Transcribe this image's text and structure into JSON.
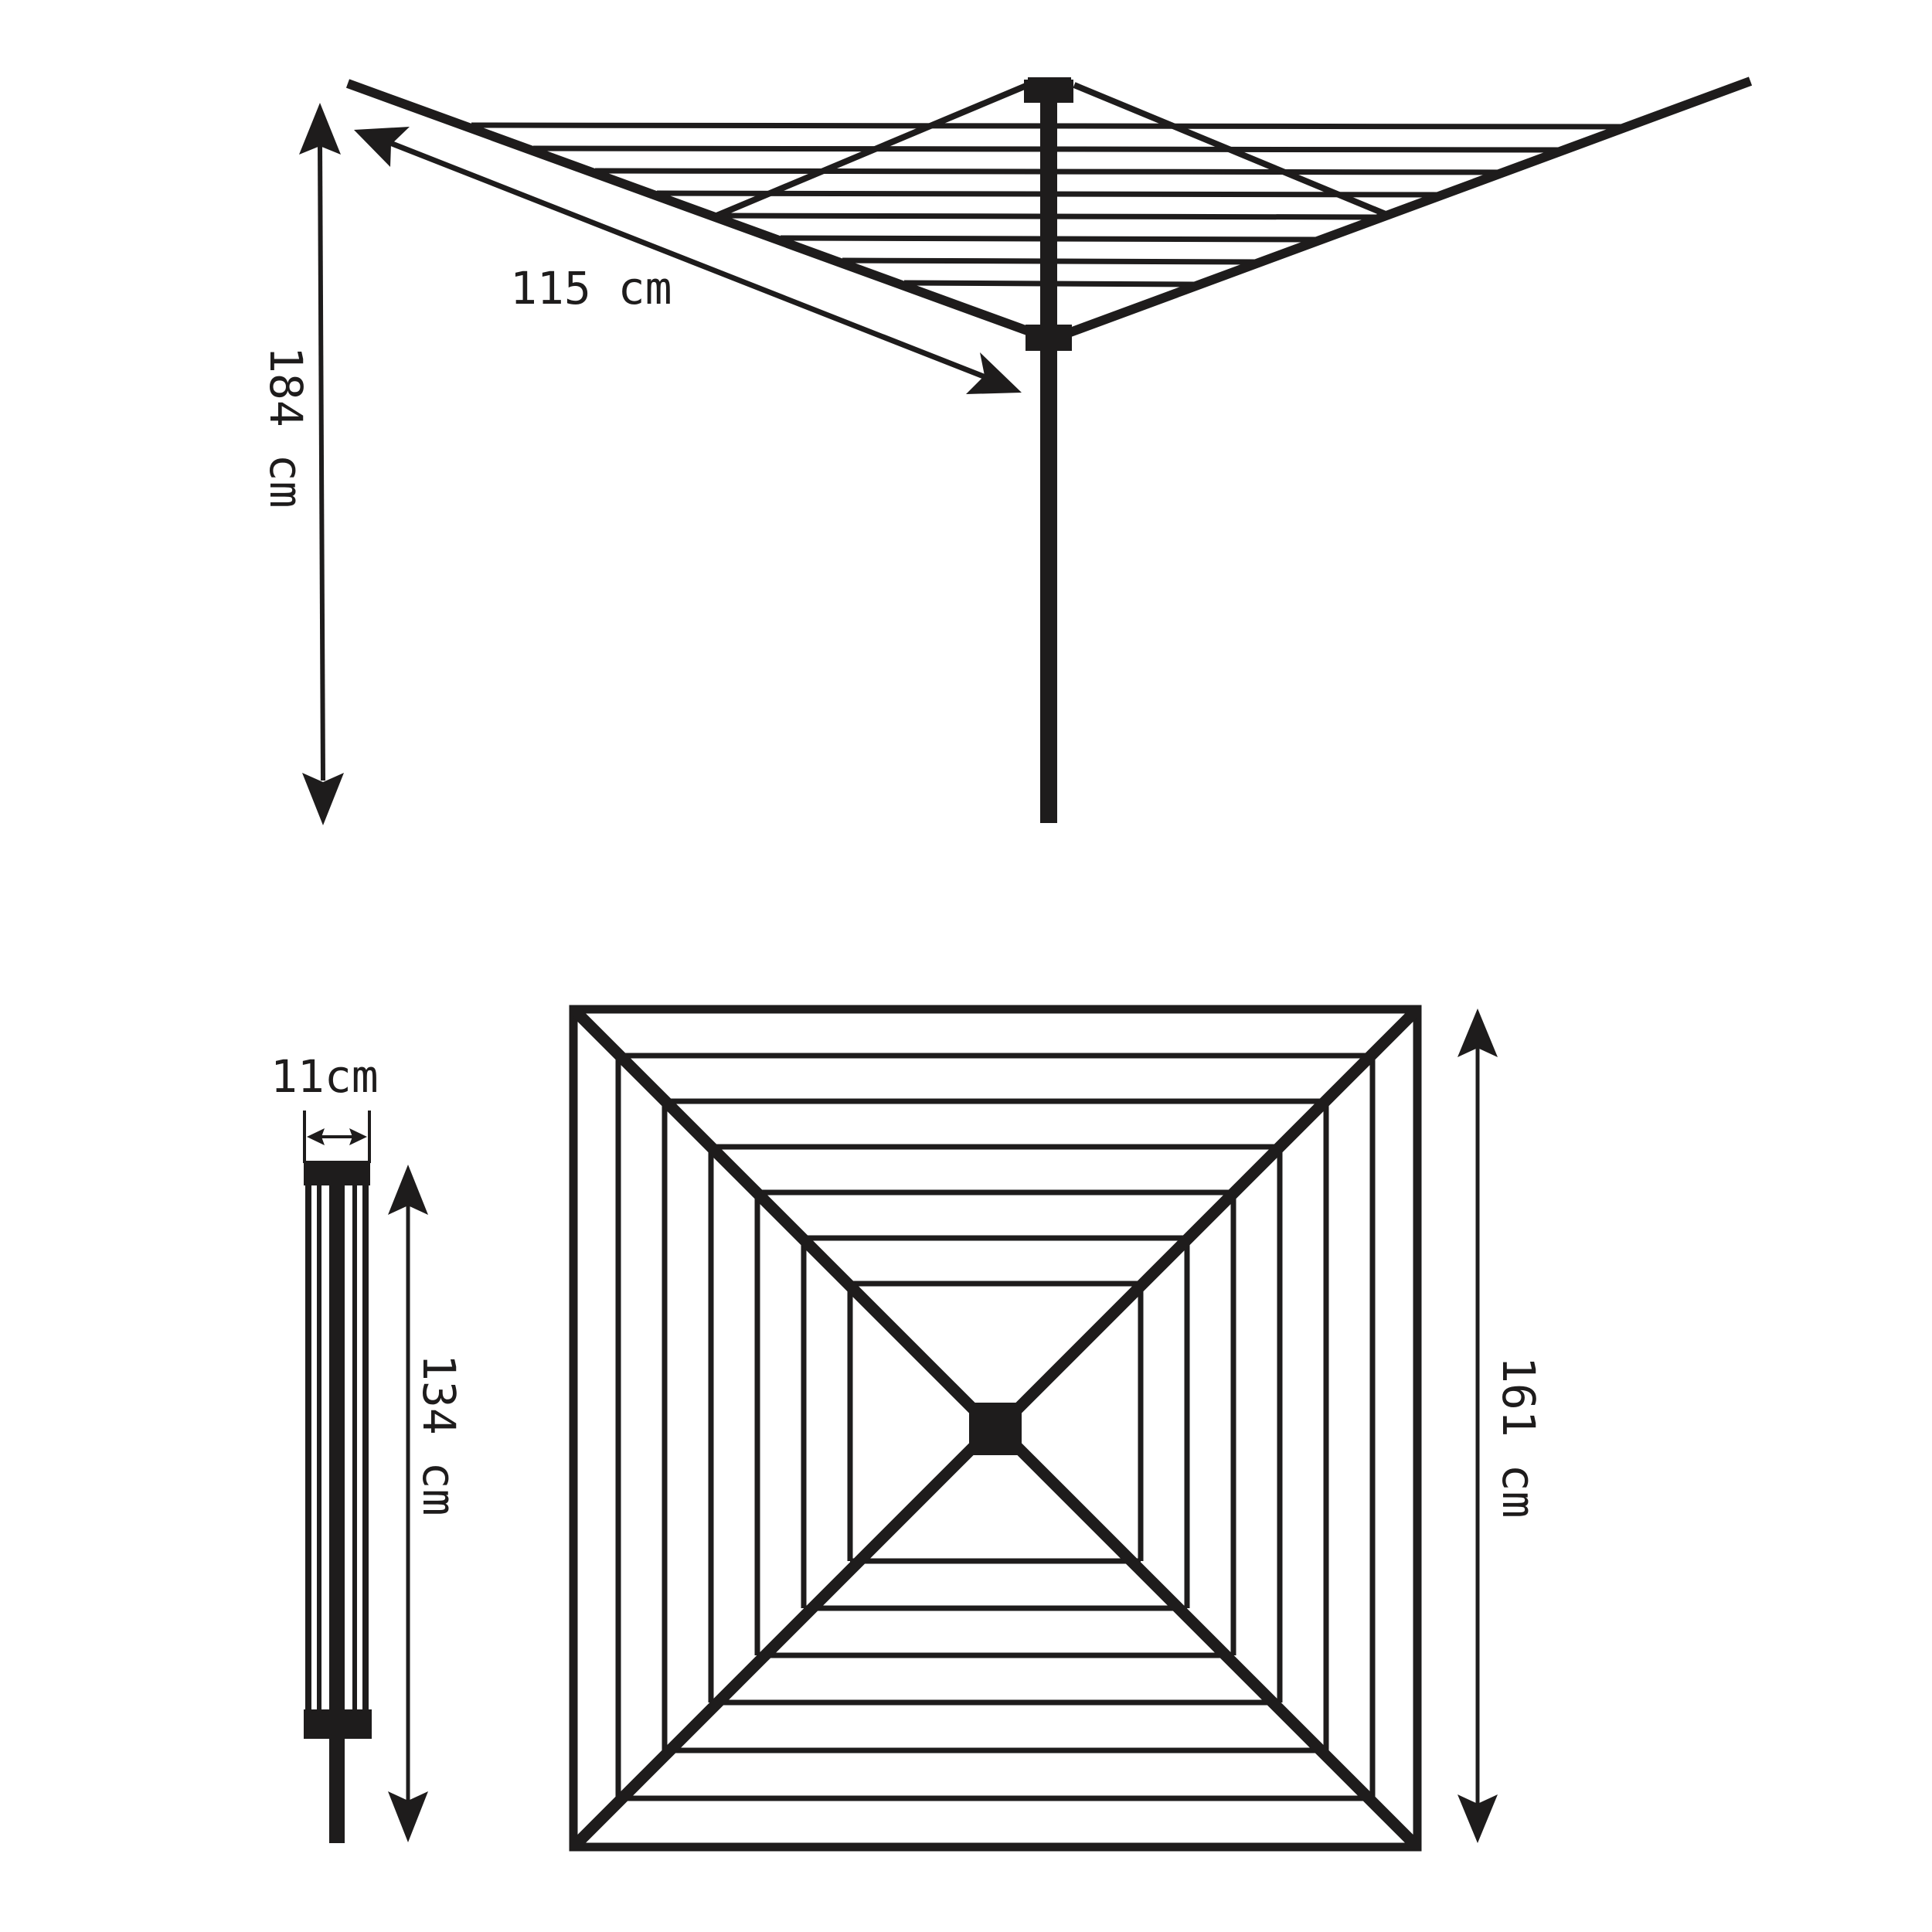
{
  "dimensions": {
    "arm_length": "115 cm",
    "total_height": "184 cm",
    "folded_width": "11cm",
    "folded_length": "134 cm",
    "line_span": "161 cm"
  },
  "colors": {
    "ink": "#1e1c1c",
    "background": "#ffffff"
  }
}
